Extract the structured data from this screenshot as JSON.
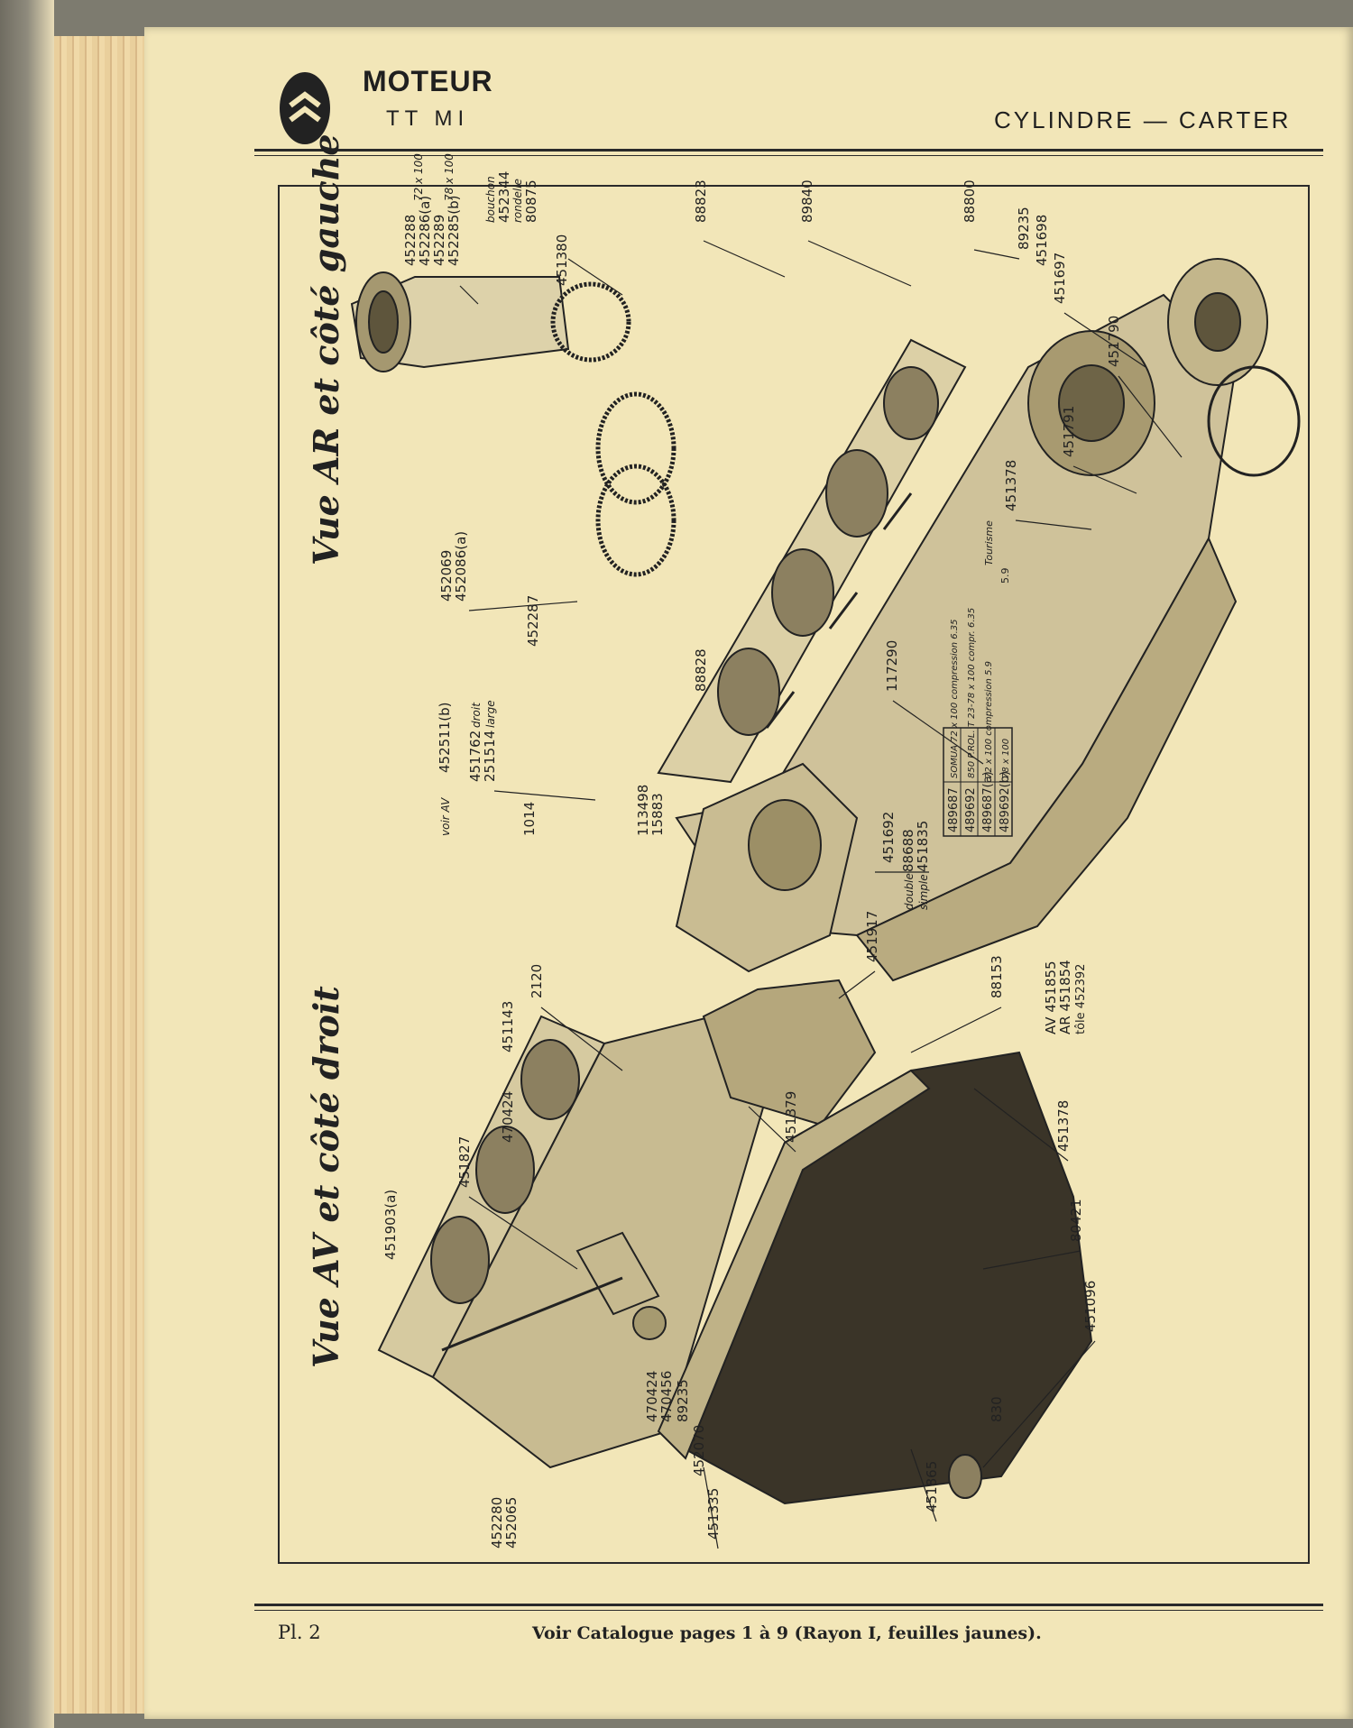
{
  "header": {
    "title": "MOTEUR",
    "subtitle": "TT MI",
    "section": "CYLINDRE — CARTER"
  },
  "views": {
    "right": "Vue AR et côté gauche",
    "left": "Vue AV et côté droit"
  },
  "labels": {
    "p452288": "452288",
    "p452286": "452286(a)",
    "p452289": "452289",
    "p452285": "452285(b)",
    "dim_a": "72 x 100",
    "dim_b": "78 x 100",
    "bouchon": "bouchon",
    "p452344": "452344",
    "rondelle": "rondelle",
    "p80875": "80875",
    "p451380": "451380",
    "p88823": "88823",
    "p89840": "89840",
    "p88800": "88800",
    "p89235a": "89235",
    "p451698": "451698",
    "p451697": "451697",
    "p451790": "451790",
    "p451791": "451791",
    "p451378a": "451378",
    "p452069": "452069",
    "p452086": "452086(a)",
    "p452287": "452287",
    "p88828": "88828",
    "p117290": "117290",
    "p451692": "451692",
    "p88688": "88688",
    "double": "double",
    "p451835": "451835",
    "simple": "simple",
    "p1014": "1014",
    "p113498": "113498",
    "p15883": "15883",
    "p451762": "451762",
    "p2515": "251514",
    "droit": "droit",
    "large": "large",
    "voir_av": "voir AV",
    "p452511": "452511(b)",
    "tab_r1c1": "489687",
    "tab_r1c2": "SOMUA 72 x 100 compression 6.35",
    "tab_r2c1": "489692",
    "tab_r2c2": "850 P.ROL. T 23-78 x 100 compr. 6.35",
    "tab_r3c1": "489687(a)",
    "tab_r3c2": "72 x 100 compression 5.9",
    "tab_r4c1": "489692(b)",
    "tab_r4c2": "78 x 100",
    "tourisme": "Tourisme",
    "val59": "5.9",
    "p451917": "451917",
    "p2120": "2120",
    "p451143": "451143",
    "p88153": "88153",
    "p_av": "AV 451855",
    "p_ar": "AR 451854",
    "p_tole": "tôle 452392",
    "p451378b": "451378",
    "p451379": "451379",
    "p470424a": "470424",
    "p451827": "451827",
    "p451903": "451903(a)",
    "p80421": "80421",
    "p451096": "451096",
    "p830": "830",
    "p451865": "451865",
    "p452280": "452280",
    "p452065": "452065",
    "p452070": "452070",
    "p451335": "451335",
    "p89235b": "89235",
    "p470456": "470456",
    "p470424b": "470424"
  },
  "footer": {
    "plate": "Pl. 2",
    "note": "Voir Catalogue pages 1 à 9 (Rayon I, feuilles jaunes)."
  }
}
